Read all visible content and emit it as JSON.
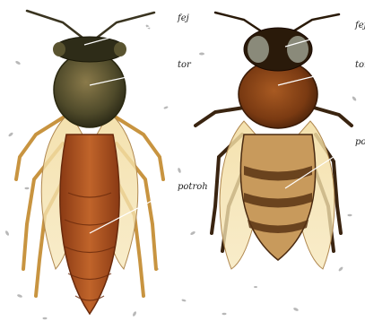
{
  "illustration": {
    "queen_labels": {
      "head": "fej",
      "thorax": "tor",
      "abdomen": "potroh"
    },
    "worker_labels": {
      "head": "fej",
      "thorax": "tor",
      "abdomen": "pot"
    }
  }
}
